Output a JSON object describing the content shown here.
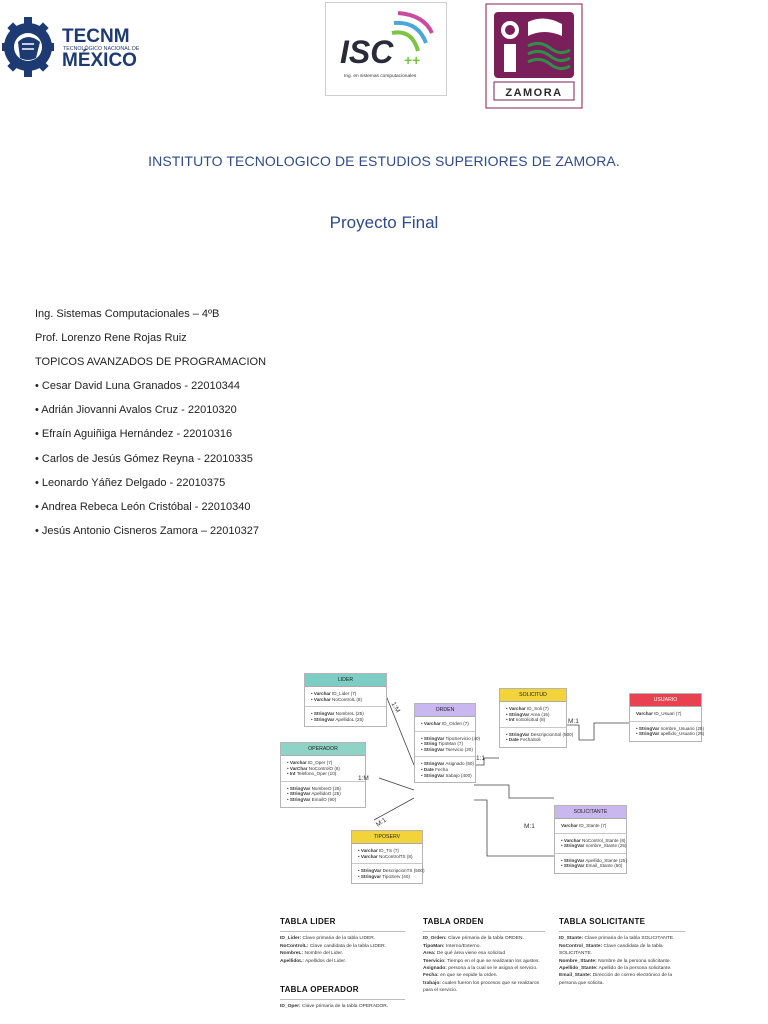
{
  "logos": {
    "tecnm": {
      "line1": "TECNM",
      "line2": "TECNOLÓGICO NACIONAL DE",
      "line3": "MÉXICO"
    },
    "isc": {
      "main": "ISC",
      "plus": "++",
      "caption": "Ing. en sistemas computacionales"
    },
    "zamora": {
      "label": "ZAMORA"
    }
  },
  "header": {
    "institute": "INSTITUTO TECNOLOGICO DE ESTUDIOS SUPERIORES DE ZAMORA.",
    "project": "Proyecto Final"
  },
  "info": {
    "career": "Ing. Sistemas Computacionales – 4ºB",
    "professor": "Prof. Lorenzo Rene Rojas Ruiz",
    "subject": "TOPICOS AVANZADOS DE PROGRAMACION",
    "students": [
      "• Cesar David Luna Granados - 22010344",
      "• Adrián Jiovanni Avalos Cruz - 22010320",
      "• Efraín Aguiñiga Hernández - 22010316",
      "• Carlos de Jesús Gómez Reyna - 22010335",
      "• Leonardo Yáñez Delgado - 22010375",
      "• Andrea Rebeca León Cristóbal - 22010340",
      "• Jesús Antonio Cisneros Zamora – 22010327"
    ]
  },
  "colors": {
    "text_blue": "#2f4b8a",
    "lider": "#7ecdc4",
    "operador": "#8fd3c7",
    "orden": "#c9b8f0",
    "solicitud": "#f2d43a",
    "usuario": "#e8414f",
    "solicitante": "#c9b8f0",
    "tiposerv": "#f2d43a"
  },
  "diagram": {
    "entities": {
      "lider": {
        "title": "LIDER",
        "keys": [
          {
            "t": "Varchar",
            "v": "ID_Lider (7)"
          },
          {
            "t": "Varchar",
            "v": "NoControlL (8)"
          }
        ],
        "attrs": [
          {
            "t": "StringVar",
            "v": "NombreL (25)"
          },
          {
            "t": "StringVar",
            "v": "ApellidoL (25)"
          }
        ]
      },
      "operador": {
        "title": "OPERADOR",
        "keys": [
          {
            "t": "Varchar",
            "v": "ID_Oper (7)"
          },
          {
            "t": "VarChar",
            "v": "NoControlO (8)"
          },
          {
            "t": "Int",
            "v": "Telefono_Oper (10)"
          }
        ],
        "attrs": [
          {
            "t": "StringVar",
            "v": "NombreO (25)"
          },
          {
            "t": "StringVar",
            "v": "ApellidoO (25)"
          },
          {
            "t": "StringVar",
            "v": "EmailO (90)"
          }
        ]
      },
      "orden": {
        "title": "ORDEN",
        "keys": [
          {
            "t": "Varchar",
            "v": "ID_Orden (7)"
          }
        ],
        "mid": [
          {
            "t": "StringVar",
            "v": "TipoServicio (40)"
          },
          {
            "t": "String",
            "v": "TipoMan (7)"
          },
          {
            "t": "StringVar",
            "v": "Tservicio (20)"
          }
        ],
        "attrs": [
          {
            "t": "StringVar",
            "v": "Asignado (50)"
          },
          {
            "t": "Date",
            "v": "Fecha"
          },
          {
            "t": "StringVar",
            "v": "trabajo (400)"
          }
        ]
      },
      "solicitud": {
        "title": "SOLICITUD",
        "keys": [
          {
            "t": "Varchar",
            "v": "ID_Soli (7)"
          },
          {
            "t": "StringVar",
            "v": "Area (15)"
          },
          {
            "t": "Int",
            "v": "noSolicitud (8)"
          }
        ],
        "attrs": [
          {
            "t": "StringVar",
            "v": "DescripcionSol (500)"
          },
          {
            "t": "Date",
            "v": "FechaSoli"
          }
        ]
      },
      "usuario": {
        "title": "USUARIO",
        "keys": [
          {
            "t": "Varchar",
            "v": "ID_Usuari (7)"
          }
        ],
        "attrs": [
          {
            "t": "StringVar",
            "v": "nombre_Usuario (25)"
          },
          {
            "t": "StringVar",
            "v": "apellido_Usuario (25)"
          }
        ]
      },
      "solicitante": {
        "title": "SOLICITANTE",
        "keys": [
          {
            "t": "Varchar",
            "v": "ID_Stante (7)"
          }
        ],
        "mid": [
          {
            "t": "Varchar",
            "v": "NoControl_Stante (8)"
          },
          {
            "t": "StringVar",
            "v": "nombre_Stante (25)"
          }
        ],
        "attrs": [
          {
            "t": "StringVar",
            "v": "Apellido_Stante (25)"
          },
          {
            "t": "StringVar",
            "v": "Email_Stante (50)"
          }
        ]
      },
      "tiposerv": {
        "title": "TIPOSERV",
        "keys": [
          {
            "t": "Varchar",
            "v": "ID_TS (7)"
          },
          {
            "t": "Varchar",
            "v": "NoControlTS (8)"
          }
        ],
        "attrs": [
          {
            "t": "StringVar",
            "v": "DescripcionTS (500)"
          },
          {
            "t": "Stringvar",
            "v": "TipoServ (40)"
          }
        ]
      }
    },
    "relations": {
      "r1": "1:M",
      "r2": "1:M",
      "r3": "M:1",
      "r4": "1:1",
      "r5": "M:1",
      "r6": "M:1"
    },
    "cards": {
      "lider": {
        "title": "TABLA LIDER",
        "lines": [
          {
            "k": "ID_Lider:",
            "v": " Clave primaria de la tabla LIDER."
          },
          {
            "k": "NoControlL:",
            "v": " Clave candidata de la tabla LIDER."
          },
          {
            "k": "NombreL:",
            "v": " Nombre del Lider."
          },
          {
            "k": "ApellidoL:",
            "v": " Apellidos del Lider."
          }
        ]
      },
      "operador": {
        "title": "TABLA OPERADOR",
        "lines": [
          {
            "k": "ID_Oper:",
            "v": " Clave primaria de la tabla OPERADOR."
          }
        ]
      },
      "orden": {
        "title": "TABLA ORDEN",
        "lines": [
          {
            "k": "ID_Orden:",
            "v": " Clave primaria de la tabla ORDEN."
          },
          {
            "k": "TipoMan:",
            "v": " Interno/Externo."
          },
          {
            "k": "Area:",
            "v": " De qué área viene esa solicitud"
          },
          {
            "k": "Tservicio:",
            "v": " Tiempo en el que se realizaran los ajustes."
          },
          {
            "k": "Asignado:",
            "v": " persona a la cual se le asigna el servicio."
          },
          {
            "k": "Fecha:",
            "v": " en que se expide la orden."
          },
          {
            "k": "trabajo:",
            "v": " cuales fueron los procesos que se realizaron para el servicio."
          }
        ]
      },
      "solicitante": {
        "title": "TABLA SOLICITANTE",
        "lines": [
          {
            "k": "ID_Stante:",
            "v": " Clave primaria de la tabla SOLICITANTE."
          },
          {
            "k": "NoControl_Stante:",
            "v": " Clave candidata de la tabla SOLICITANTE."
          },
          {
            "k": "Nombre_Stante:",
            "v": " Nombre de la persona solicitante."
          },
          {
            "k": "Apellido_Stante:",
            "v": " Apellido de la persona solicitante."
          },
          {
            "k": "Email_Stante:",
            "v": " Dirección de correo electrónico de la persona que solicita."
          }
        ]
      }
    }
  }
}
